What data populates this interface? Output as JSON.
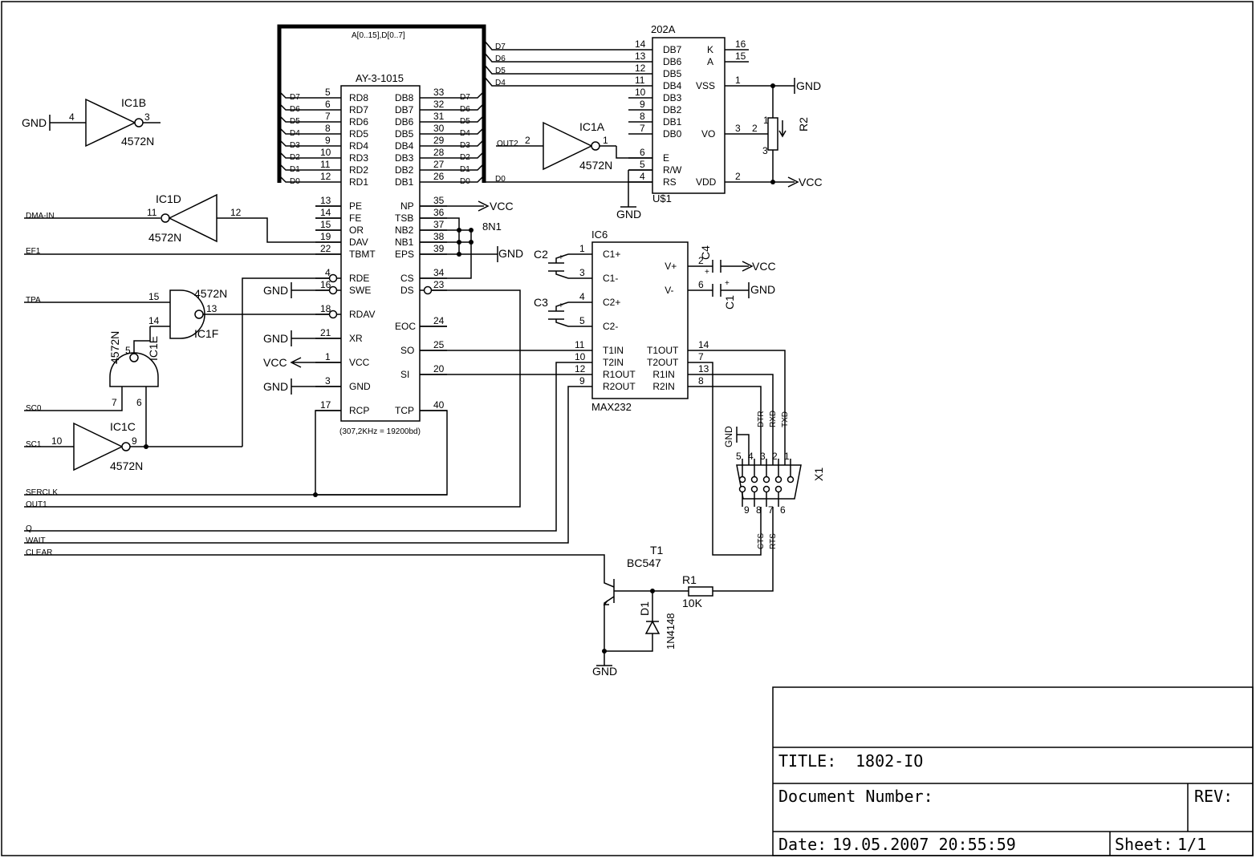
{
  "title_block": {
    "title_label": "TITLE:",
    "title": "1802-IO",
    "docnum_label": "Document Number:",
    "rev_label": "REV:",
    "date_label": "Date:",
    "date": "19.05.2007 20:55:59",
    "sheet_label": "Sheet:",
    "sheet": "1/1"
  },
  "bus_label": "A[0..15],D[0..7]",
  "uart": {
    "name": "AY-3-1015",
    "note": "(307,2KHz = 19200bd)",
    "left_pins": [
      {
        "num": "5",
        "name": "RD8",
        "net": "D7"
      },
      {
        "num": "6",
        "name": "RD7",
        "net": "D6"
      },
      {
        "num": "7",
        "name": "RD6",
        "net": "D5"
      },
      {
        "num": "8",
        "name": "RD5",
        "net": "D4"
      },
      {
        "num": "9",
        "name": "RD4",
        "net": "D3"
      },
      {
        "num": "10",
        "name": "RD3",
        "net": "D2"
      },
      {
        "num": "11",
        "name": "RD2",
        "net": "D1"
      },
      {
        "num": "12",
        "name": "RD1",
        "net": "D0"
      },
      {
        "num": "13",
        "name": "PE",
        "net": ""
      },
      {
        "num": "14",
        "name": "FE",
        "net": ""
      },
      {
        "num": "15",
        "name": "OR",
        "net": ""
      },
      {
        "num": "19",
        "name": "DAV",
        "net": ""
      },
      {
        "num": "22",
        "name": "TBMT",
        "net": ""
      },
      {
        "num": "4",
        "name": "RDE",
        "net": ""
      },
      {
        "num": "16",
        "name": "SWE",
        "net": ""
      },
      {
        "num": "18",
        "name": "RDAV",
        "net": ""
      },
      {
        "num": "21",
        "name": "XR",
        "net": ""
      },
      {
        "num": "1",
        "name": "VCC",
        "net": ""
      },
      {
        "num": "3",
        "name": "GND",
        "net": ""
      },
      {
        "num": "17",
        "name": "RCP",
        "net": ""
      }
    ],
    "right_pins": [
      {
        "num": "33",
        "name": "DB8",
        "net": "D7"
      },
      {
        "num": "32",
        "name": "DB7",
        "net": "D6"
      },
      {
        "num": "31",
        "name": "DB6",
        "net": "D5"
      },
      {
        "num": "30",
        "name": "DB5",
        "net": "D4"
      },
      {
        "num": "29",
        "name": "DB4",
        "net": "D3"
      },
      {
        "num": "28",
        "name": "DB3",
        "net": "D2"
      },
      {
        "num": "27",
        "name": "DB2",
        "net": "D1"
      },
      {
        "num": "26",
        "name": "DB1",
        "net": "D0"
      },
      {
        "num": "35",
        "name": "NP",
        "net": ""
      },
      {
        "num": "36",
        "name": "TSB",
        "net": ""
      },
      {
        "num": "37",
        "name": "NB2",
        "net": ""
      },
      {
        "num": "38",
        "name": "NB1",
        "net": ""
      },
      {
        "num": "39",
        "name": "EPS",
        "net": ""
      },
      {
        "num": "34",
        "name": "CS",
        "net": ""
      },
      {
        "num": "23",
        "name": "DS",
        "net": ""
      },
      {
        "num": "24",
        "name": "EOC",
        "net": ""
      },
      {
        "num": "25",
        "name": "SO",
        "net": ""
      },
      {
        "num": "20",
        "name": "SI",
        "net": ""
      },
      {
        "num": "40",
        "name": "TCP",
        "net": ""
      }
    ],
    "config_label": "8N1"
  },
  "lcd": {
    "name": "202A",
    "value": "U$1",
    "left_pins": [
      {
        "num": "14",
        "name": "DB7"
      },
      {
        "num": "13",
        "name": "DB6"
      },
      {
        "num": "12",
        "name": "DB5"
      },
      {
        "num": "11",
        "name": "DB4"
      },
      {
        "num": "10",
        "name": "DB3"
      },
      {
        "num": "9",
        "name": "DB2"
      },
      {
        "num": "8",
        "name": "DB1"
      },
      {
        "num": "7",
        "name": "DB0"
      },
      {
        "num": "6",
        "name": "E"
      },
      {
        "num": "5",
        "name": "R/W"
      },
      {
        "num": "4",
        "name": "RS"
      }
    ],
    "right_pins": [
      {
        "num": "16",
        "name": "K"
      },
      {
        "num": "15",
        "name": "A"
      },
      {
        "num": "1",
        "name": "VSS"
      },
      {
        "num": "3",
        "name": "VO"
      },
      {
        "num": "2",
        "name": "VDD"
      }
    ],
    "bus_nets": [
      "D7",
      "D6",
      "D5",
      "D4",
      "D0"
    ]
  },
  "max232": {
    "ref": "IC6",
    "name": "MAX232",
    "left_pins": [
      {
        "num": "1",
        "name": "C1+"
      },
      {
        "num": "3",
        "name": "C1-"
      },
      {
        "num": "4",
        "name": "C2+"
      },
      {
        "num": "5",
        "name": "C2-"
      },
      {
        "num": "11",
        "name": "T1IN"
      },
      {
        "num": "10",
        "name": "T2IN"
      },
      {
        "num": "12",
        "name": "R1OUT"
      },
      {
        "num": "9",
        "name": "R2OUT"
      }
    ],
    "right_pins": [
      {
        "num": "2",
        "name": "V+"
      },
      {
        "num": "6",
        "name": "V-"
      },
      {
        "num": "14",
        "name": "T1OUT"
      },
      {
        "num": "7",
        "name": "T2OUT"
      },
      {
        "num": "13",
        "name": "R1IN"
      },
      {
        "num": "8",
        "name": "R2IN"
      }
    ]
  },
  "gates": [
    {
      "ref": "IC1B",
      "type": "4572N",
      "in": "4",
      "out": "3"
    },
    {
      "ref": "IC1A",
      "type": "4572N",
      "in": "2",
      "out": "1"
    },
    {
      "ref": "IC1D",
      "type": "4572N",
      "in": "12",
      "out": "11"
    },
    {
      "ref": "IC1C",
      "type": "4572N",
      "in": "10",
      "out": "9"
    },
    {
      "ref": "IC1F",
      "type": "4572N",
      "in1": "15",
      "in2": "14",
      "out": "13"
    },
    {
      "ref": "IC1E",
      "type": "4572N",
      "in1": "7",
      "in2": "6",
      "out": "5"
    }
  ],
  "nets_left": [
    "DMA-IN",
    "EF1",
    "TPA",
    "SC0",
    "SC1",
    "SERCLK",
    "OUT1",
    "Q",
    "WAIT",
    "CLEAR"
  ],
  "net_out2": "OUT2",
  "power": {
    "gnd": "GND",
    "vcc": "VCC"
  },
  "caps": [
    "C2",
    "C3",
    "C4",
    "C1"
  ],
  "pot": "R2",
  "transistor": {
    "ref": "T1",
    "value": "BC547"
  },
  "resistor": {
    "ref": "R1",
    "value": "10K"
  },
  "diode": {
    "ref": "D1",
    "value": "1N4148"
  },
  "connector": {
    "ref": "X1",
    "pins": [
      "1",
      "2",
      "3",
      "4",
      "5",
      "6",
      "7",
      "8",
      "9"
    ],
    "signals_top": [
      "TXD",
      "RXD",
      "DTR"
    ],
    "signals_bottom": [
      "RTS",
      "CTS"
    ]
  },
  "colors": {
    "ink": "#000000",
    "paper": "#ffffff"
  }
}
